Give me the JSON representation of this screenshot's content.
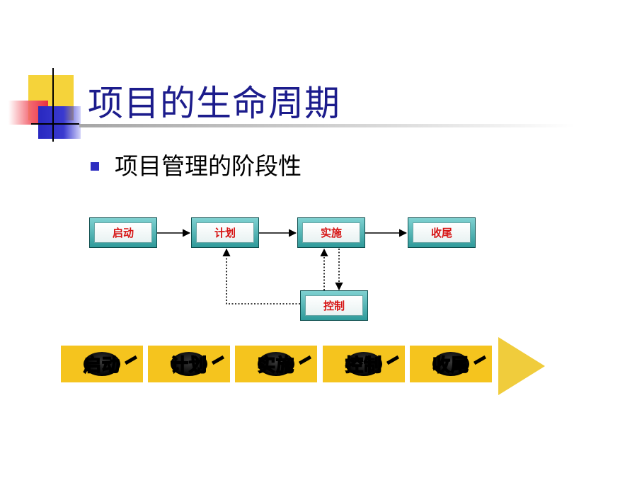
{
  "slide": {
    "title": "项目的生命周期",
    "bullet": "项目管理的阶段性"
  },
  "flow": {
    "start": "启动",
    "plan": "计划",
    "execute": "实施",
    "close": "收尾",
    "control": "控制"
  },
  "phases": [
    "启动",
    "计划",
    "实施",
    "控制",
    "收尾"
  ],
  "colors": {
    "title": "#1c1c8c",
    "box_text": "#d61414",
    "box_fill": "#2f9a9a",
    "phase_fill": "#f5c41e",
    "arrow_fill": "#f0cc3c"
  }
}
